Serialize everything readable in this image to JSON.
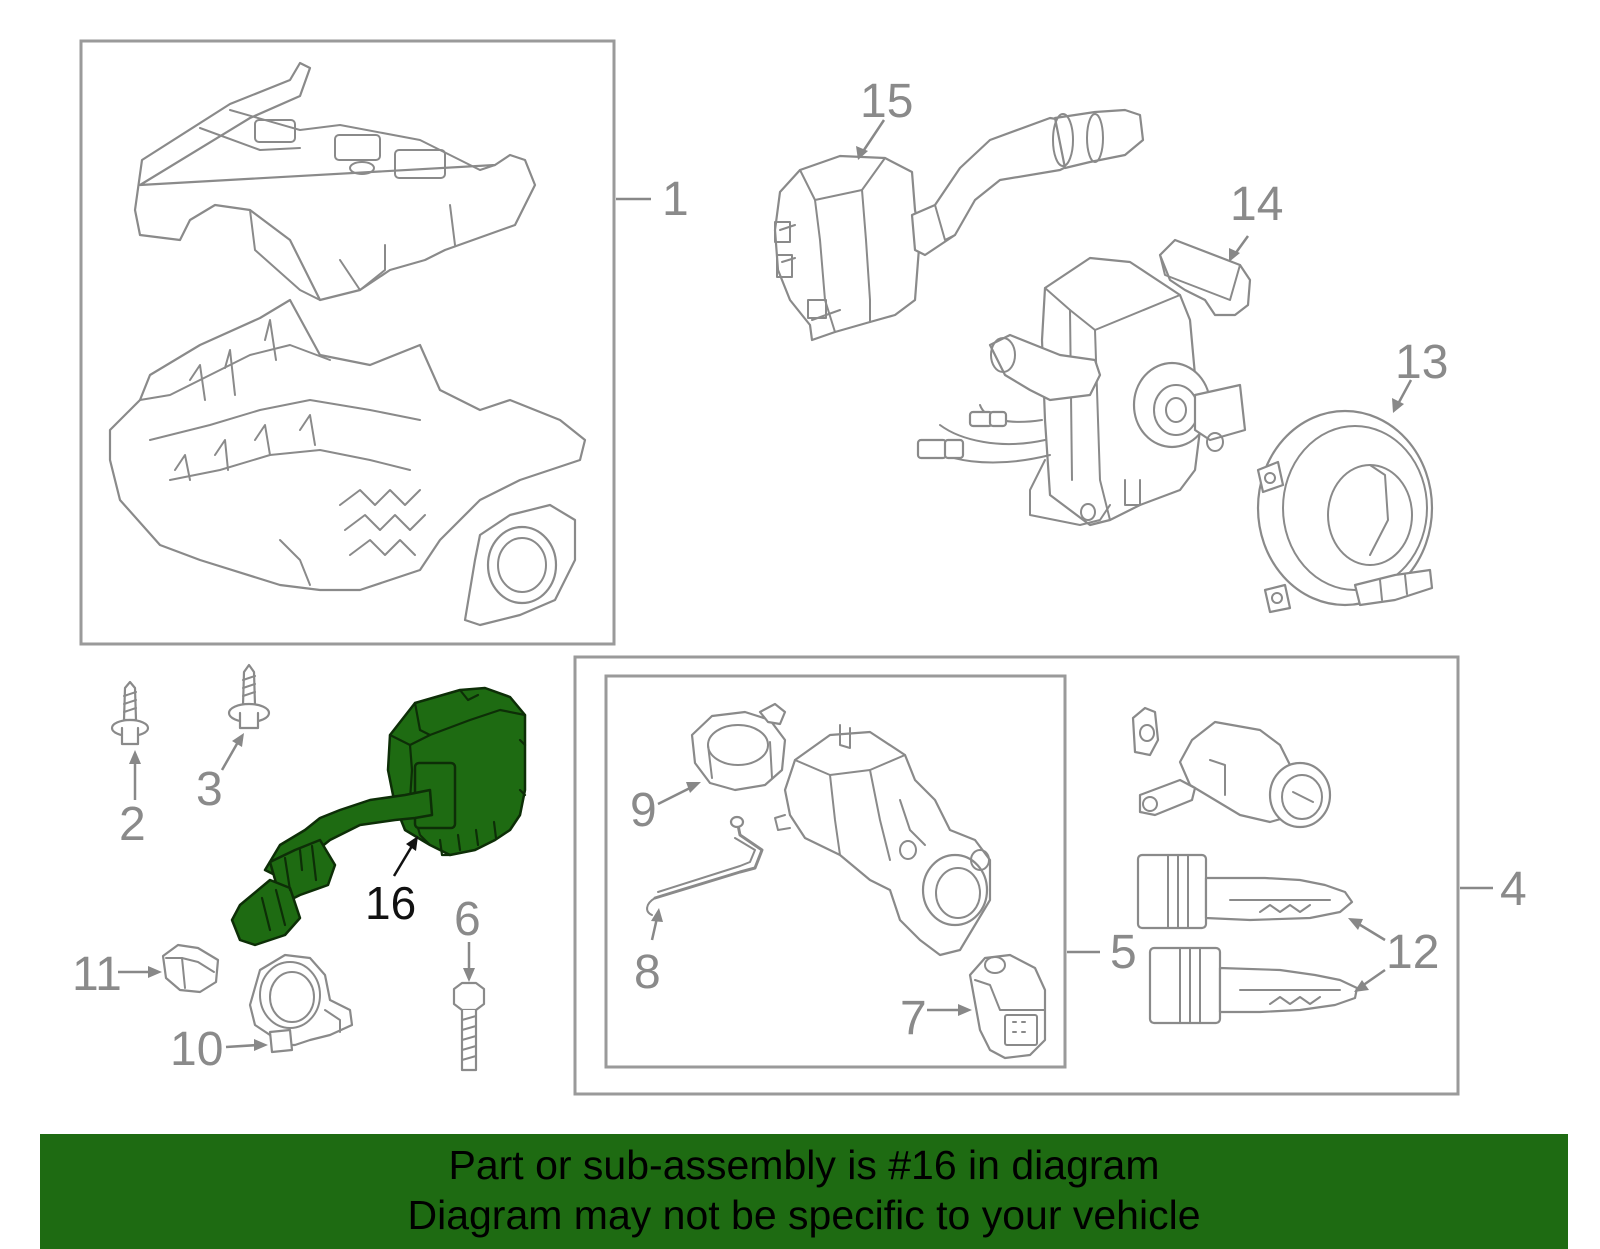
{
  "diagram": {
    "callouts": {
      "c1": "1",
      "c2": "2",
      "c3": "3",
      "c4": "4",
      "c5": "5",
      "c6": "6",
      "c7": "7",
      "c8": "8",
      "c9": "9",
      "c10": "10",
      "c11": "11",
      "c12": "12",
      "c13": "13",
      "c14": "14",
      "c15": "15",
      "c16": "16"
    },
    "highlighted_part": "16",
    "highlight_color": "#1e6b12",
    "line_color": "#8a8a8a"
  },
  "banner": {
    "line1": "Part or sub-assembly is #16 in diagram",
    "line2": "Diagram may not be specific to your vehicle",
    "background": "#1e6b12"
  }
}
